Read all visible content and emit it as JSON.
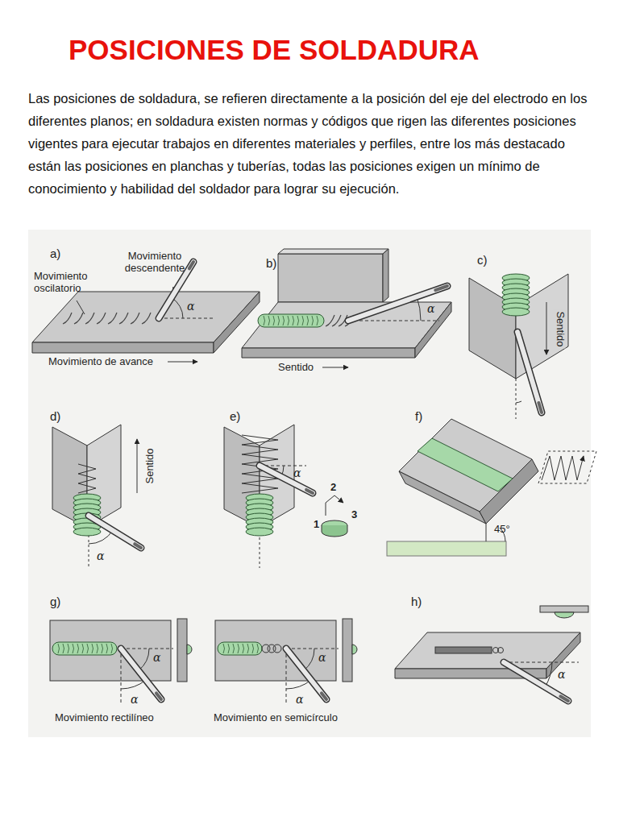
{
  "diagram": {
    "title": "POSICIONES DE SOLDADURA",
    "labels": [
      "Las posiciones de soldadura, se refieren directamente a la posición del eje del electrodo en los diferentes planos; en soldadura existen normas y códigos que rigen las diferentes posiciones vigentes para ejecutar trabajos en diferentes materiales y perfiles, entre los más destacado están las posiciones en planchas y tuberías, todas las posiciones exigen un mínimo de conocimiento y habilidad del soldador para lograr su ejecución.",
      "a)",
      "Movimiento descendente",
      "Movimiento oscilatorio",
      "α",
      "Movimiento de avance",
      "b)",
      "Sentido",
      "α",
      "c)",
      "Sentido",
      "d)",
      "Sentido",
      "α",
      "e)",
      "α",
      "1",
      "2",
      "3",
      "f)",
      "45°",
      "g)",
      "α",
      "α",
      "Movimiento rectilíneo",
      "α",
      "α",
      "Movimiento en semicírculo",
      "h)",
      "α"
    ]
  }
}
